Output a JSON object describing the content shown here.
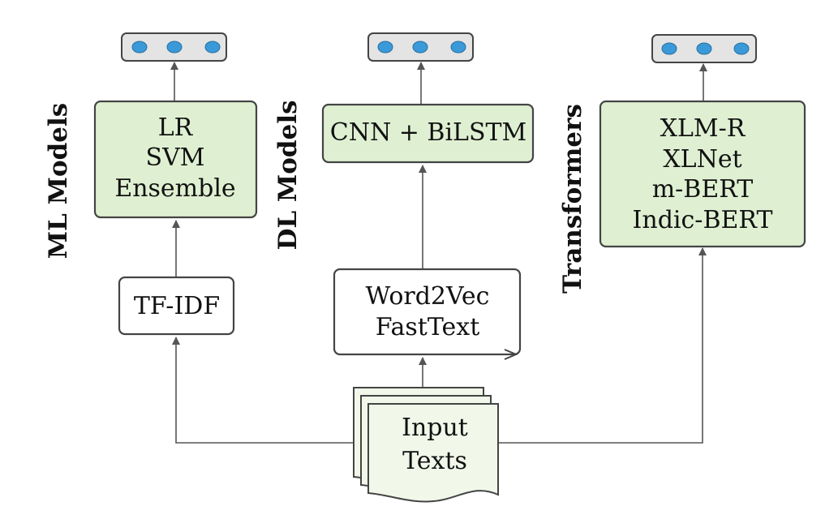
{
  "colors": {
    "model_fill": "#dff0d2",
    "box_stroke": "#444444",
    "output_fill": "#e4e4e4",
    "dot_fill": "#3a9ad9",
    "doc_fill": "#f1f8ea",
    "line": "#555555"
  },
  "columns": {
    "ml": {
      "label": "ML Models",
      "models": [
        "LR",
        "SVM",
        "Ensemble"
      ],
      "features": [
        "TF-IDF"
      ]
    },
    "dl": {
      "label": "DL Models",
      "models": [
        "CNN + BiLSTM"
      ],
      "features": [
        "Word2Vec",
        "FastText"
      ]
    },
    "transformers": {
      "label": "Transformers",
      "models": [
        "XLM-R",
        "XLNet",
        "m-BERT",
        "Indic-BERT"
      ]
    }
  },
  "input": {
    "lines": [
      "Input",
      "Texts"
    ]
  }
}
